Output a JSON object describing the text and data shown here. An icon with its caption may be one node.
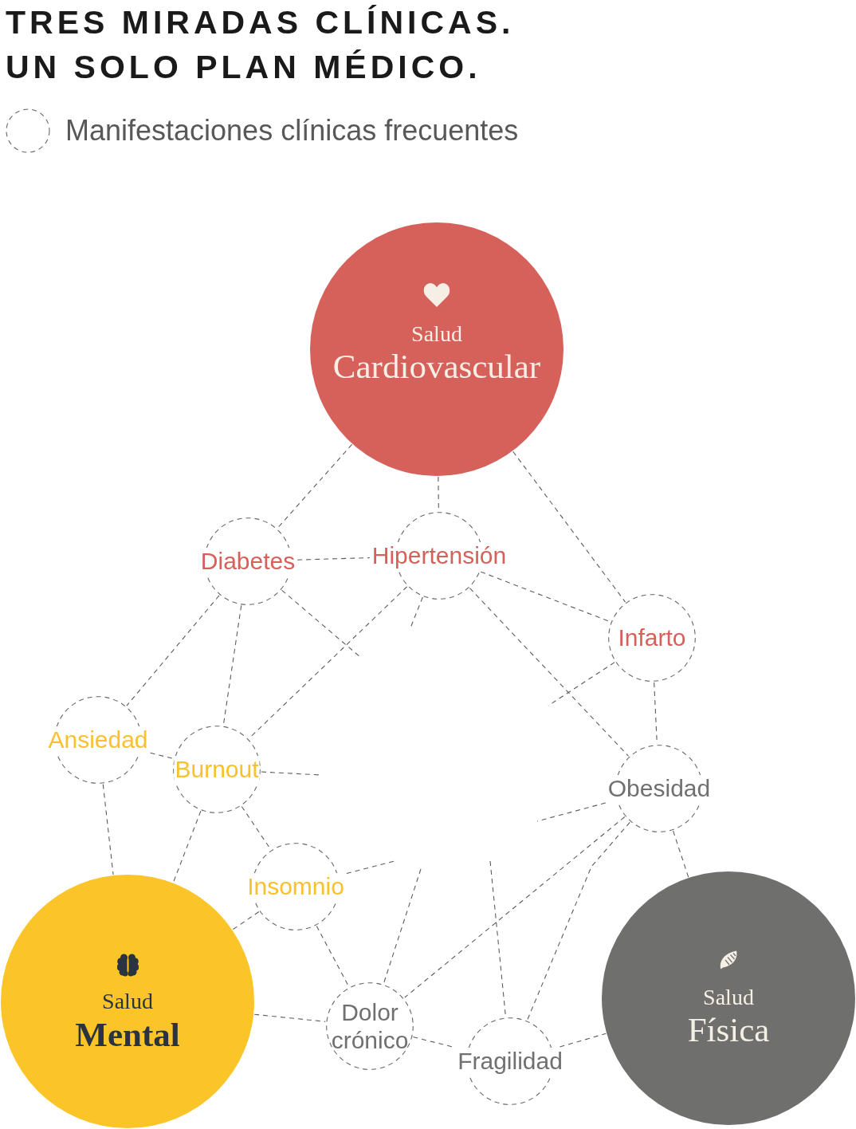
{
  "diagram": {
    "title": "TRES MIRADAS CLÍNICAS. UN SOLO PLAN MÉDICO.",
    "nodes": [
      {
        "text": [
          "Salud",
          "Cardiovascular"
        ]
      },
      {
        "text": [
          "Diabetes"
        ]
      },
      {
        "text": [
          "Hipertensión"
        ]
      },
      {
        "text": [
          "Infarto"
        ]
      },
      {
        "text": [
          "Ansiedad"
        ]
      },
      {
        "text": [
          "Burnout"
        ]
      },
      {
        "text": [
          "Obesidad"
        ]
      },
      {
        "text": [
          "Insomnio"
        ]
      },
      {
        "text": [
          "Salud",
          "Mental"
        ]
      },
      {
        "text": [
          "Dolor crónico"
        ]
      },
      {
        "text": [
          "Fragilidad"
        ]
      },
      {
        "text": [
          "Salud",
          "Física"
        ]
      }
    ],
    "edges": [
      {
        "from": 0,
        "to": 1,
        "arrow": "none",
        "style": "dashed"
      },
      {
        "from": 0,
        "to": 2,
        "arrow": "none",
        "style": "dashed"
      },
      {
        "from": 0,
        "to": 3,
        "arrow": "none",
        "style": "dashed"
      },
      {
        "from": 1,
        "to": 2,
        "arrow": "none",
        "style": "dashed"
      },
      {
        "from": 1,
        "to": null,
        "arrow": "none",
        "style": "dashed"
      },
      {
        "from": 1,
        "to": 4,
        "arrow": "none",
        "style": "dashed"
      },
      {
        "from": 1,
        "to": 5,
        "arrow": "none",
        "style": "dashed"
      },
      {
        "from": 2,
        "to": 5,
        "arrow": "none",
        "style": "dashed"
      },
      {
        "from": 2,
        "to": null,
        "arrow": "none",
        "style": "dashed"
      },
      {
        "from": 2,
        "to": 3,
        "arrow": "none",
        "style": "dashed"
      },
      {
        "from": 2,
        "to": 6,
        "arrow": "none",
        "style": "dashed"
      },
      {
        "from": 3,
        "to": null,
        "arrow": "none",
        "style": "dashed"
      },
      {
        "from": 3,
        "to": 6,
        "arrow": "none",
        "style": "dashed"
      },
      {
        "from": 4,
        "to": 5,
        "arrow": "none",
        "style": "dashed"
      },
      {
        "from": 4,
        "to": 8,
        "arrow": "none",
        "style": "dashed"
      },
      {
        "from": 5,
        "to": null,
        "arrow": "none",
        "style": "dashed"
      },
      {
        "from": 5,
        "to": 8,
        "arrow": "none",
        "style": "dashed"
      },
      {
        "from": 5,
        "to": 7,
        "arrow": "none",
        "style": "dashed"
      },
      {
        "from": 6,
        "to": null,
        "arrow": "none",
        "style": "dashed"
      },
      {
        "from": 6,
        "to": 9,
        "arrow": "none",
        "style": "dashed"
      },
      {
        "from": 6,
        "to": 10,
        "arrow": "none",
        "style": "dashed"
      },
      {
        "from": 6,
        "to": 11,
        "arrow": "none",
        "style": "dashed"
      },
      {
        "from": 7,
        "to": null,
        "arrow": "none",
        "style": "dashed"
      },
      {
        "from": 7,
        "to": 8,
        "arrow": "none",
        "style": "dashed"
      },
      {
        "from": 7,
        "to": 9,
        "arrow": "none",
        "style": "dashed"
      },
      {
        "from": null,
        "to": 9,
        "arrow": "none",
        "style": "dashed"
      },
      {
        "from": null,
        "to": 10,
        "arrow": "none",
        "style": "dashed"
      },
      {
        "from": 8,
        "to": 9,
        "arrow": "none",
        "style": "dashed"
      },
      {
        "from": 9,
        "to": 10,
        "arrow": "none",
        "style": "dashed"
      },
      {
        "from": 10,
        "to": 11,
        "arrow": "none",
        "style": "dashed"
      }
    ],
    "legend": [
      {
        "text": "Manifestaciones clínicas frecuentes"
      }
    ]
  }
}
